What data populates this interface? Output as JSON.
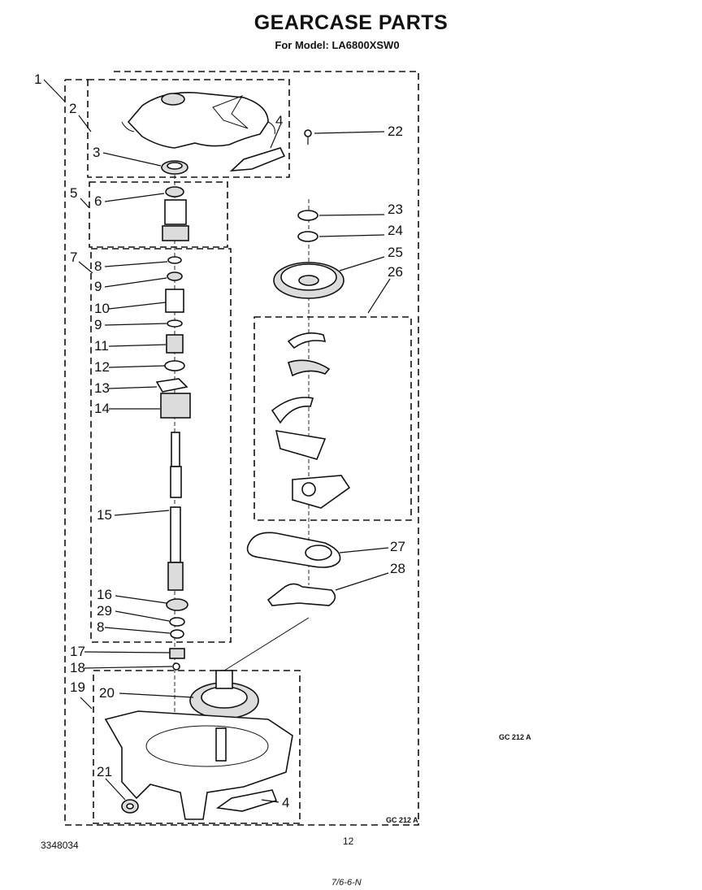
{
  "header": {
    "title": "GEARCASE PARTS",
    "model": "For Model: LA6800XSW0"
  },
  "footer": {
    "doc_number": "3348034",
    "page_number": "12",
    "figure_code_right": "GC 212 A",
    "figure_code_inner": "GC 212 A",
    "handwritten_note": "7/6-6-N"
  },
  "callouts": [
    "1",
    "2",
    "3",
    "4",
    "5",
    "6",
    "7",
    "8",
    "9",
    "10",
    "9",
    "11",
    "12",
    "13",
    "14",
    "15",
    "16",
    "29",
    "8",
    "17",
    "18",
    "19",
    "20",
    "21",
    "4",
    "22",
    "23",
    "24",
    "25",
    "26",
    "27",
    "28"
  ]
}
